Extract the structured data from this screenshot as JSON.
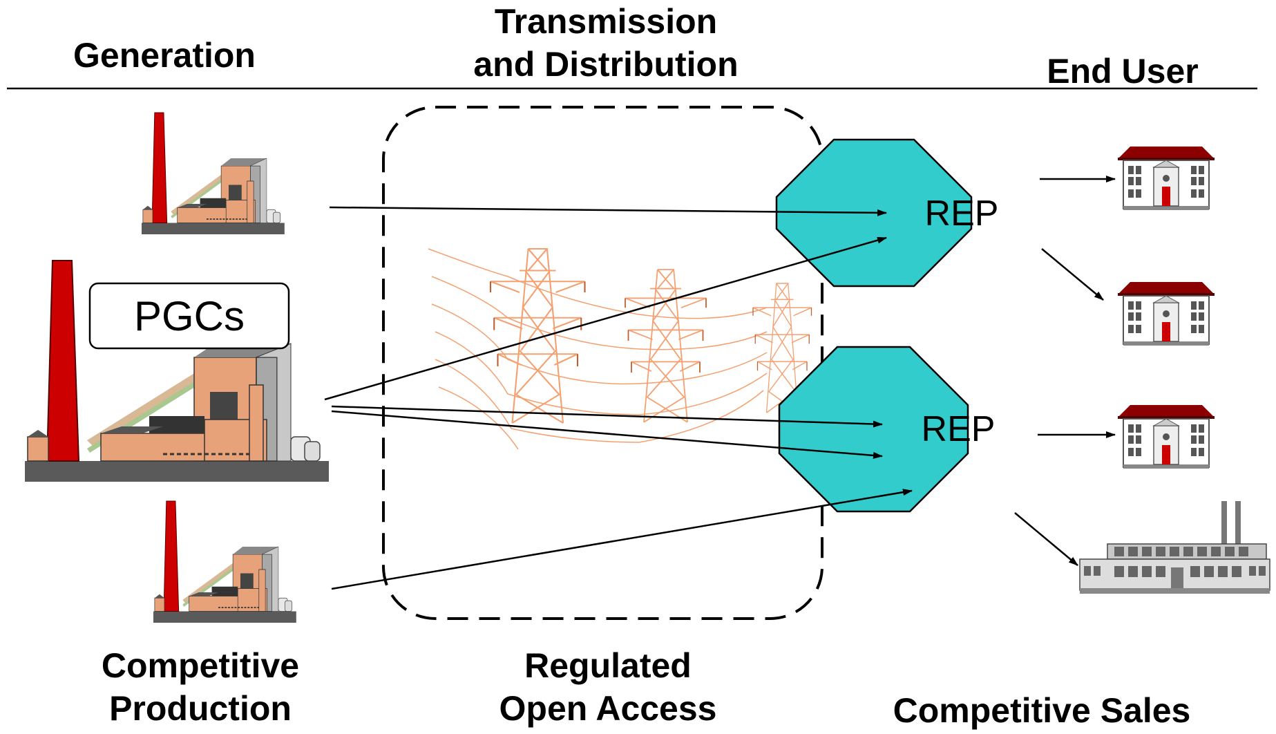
{
  "headers": {
    "generation": "Generation",
    "transmission_line1": "Transmission",
    "transmission_line2": "and Distribution",
    "end_user": "End User"
  },
  "labels": {
    "pgcs": "PGCs",
    "rep_top": "REP",
    "rep_bottom": "REP"
  },
  "footers": {
    "competitive_production_line1": "Competitive",
    "competitive_production_line2": "Production",
    "regulated_line1": "Regulated",
    "regulated_line2": "Open Access",
    "competitive_sales": "Competitive Sales"
  },
  "icons": {
    "power_plant": "power-plant-icon",
    "transmission_tower": "transmission-tower-icon",
    "house": "house-icon",
    "factory": "factory-icon"
  },
  "colors": {
    "rep_fill": "#33CCCC",
    "smokestack": "#CC0000",
    "plant_body": "#E8A27A",
    "plant_base": "#5A5A5A",
    "tower_lines": "#F4A070",
    "house_roof": "#8B0000"
  }
}
